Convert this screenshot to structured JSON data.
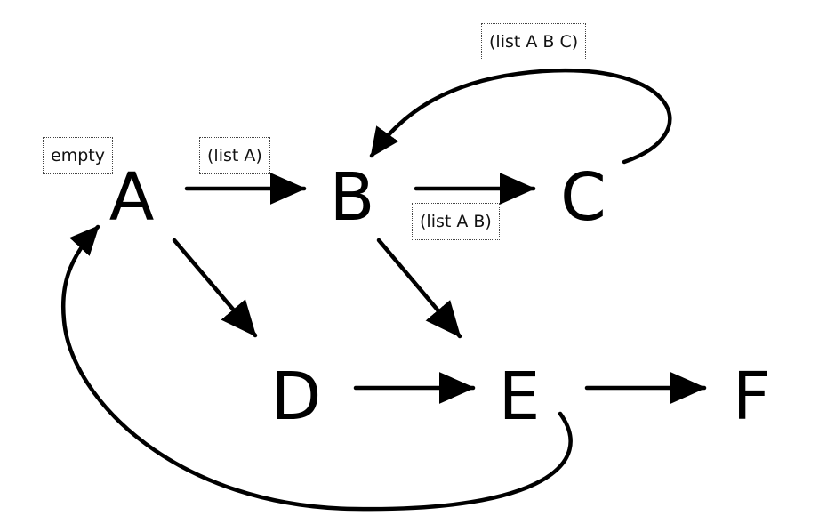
{
  "nodes": {
    "a": "A",
    "b": "B",
    "c": "C",
    "d": "D",
    "e": "E",
    "f": "F"
  },
  "tags": {
    "empty": "empty",
    "list_a": "(list A)",
    "list_ab": "(list A B)",
    "list_abc": "(list A B C)"
  },
  "edges": [
    {
      "from": "A",
      "to": "B"
    },
    {
      "from": "B",
      "to": "C"
    },
    {
      "from": "C",
      "to": "B"
    },
    {
      "from": "A",
      "to": "D"
    },
    {
      "from": "B",
      "to": "E"
    },
    {
      "from": "D",
      "to": "E"
    },
    {
      "from": "E",
      "to": "F"
    },
    {
      "from": "E",
      "to": "A"
    }
  ],
  "colors": {
    "stroke": "#000000",
    "tag_border": "#444444"
  }
}
